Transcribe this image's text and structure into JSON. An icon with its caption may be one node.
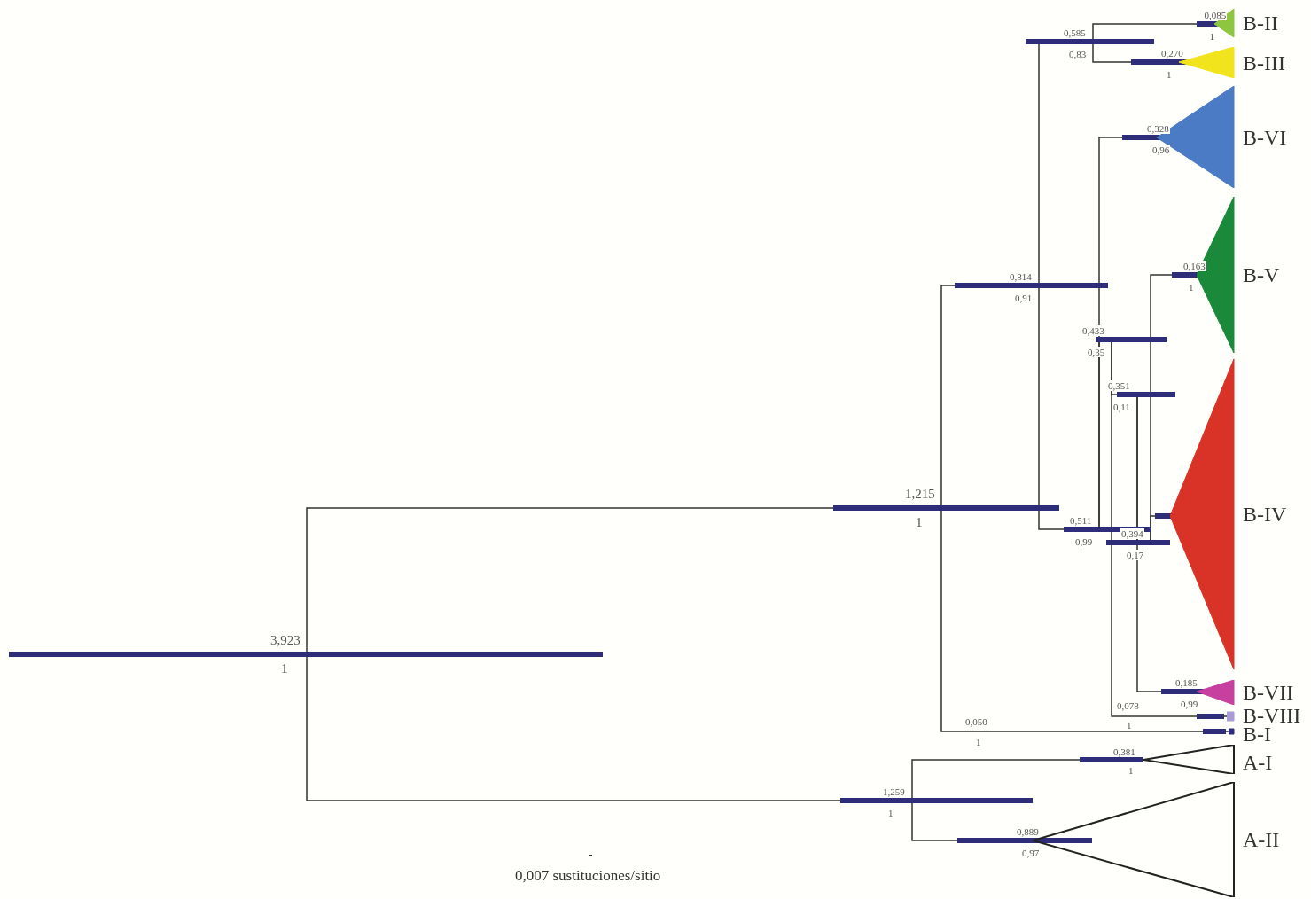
{
  "diagram": {
    "nodes": [
      {
        "text": [],
        "shape": "bar",
        "beside": [
          "3,923",
          "1"
        ]
      },
      {
        "text": [],
        "shape": "bar",
        "beside": [
          "1,215",
          "1"
        ]
      },
      {
        "text": [],
        "shape": "bar",
        "beside": [
          "0,814",
          "0,91"
        ]
      },
      {
        "text": [],
        "shape": "bar",
        "beside": [
          "0,585",
          "0,83"
        ]
      },
      {
        "text": [
          "B-II"
        ],
        "beside": [
          "0,085",
          "1"
        ]
      },
      {
        "text": [
          "B-III"
        ],
        "beside": [
          "0,270",
          "1"
        ]
      },
      {
        "text": [],
        "shape": "bar",
        "beside": [
          "0,511",
          "0,99"
        ]
      },
      {
        "text": [
          "B-VI"
        ],
        "beside": [
          "0,328",
          "0,96"
        ]
      },
      {
        "text": [],
        "shape": "bar",
        "beside": [
          "0,433",
          "0,35"
        ]
      },
      {
        "text": [],
        "shape": "bar",
        "beside": [
          "0,351",
          "0,11"
        ]
      },
      {
        "text": [],
        "shape": "bar",
        "beside": [
          "0,394",
          "0,17"
        ]
      },
      {
        "text": [
          "B-V"
        ],
        "beside": [
          "0,163",
          "1"
        ]
      },
      {
        "text": [
          "B-IV"
        ]
      },
      {
        "text": [
          "B-VII"
        ],
        "beside": [
          "0,185",
          "0,99"
        ]
      },
      {
        "text": [
          "B-VIII"
        ],
        "beside": [
          "0,078",
          "1"
        ]
      },
      {
        "text": [
          "B-I"
        ],
        "beside": [
          "0,050",
          "1"
        ]
      },
      {
        "text": [],
        "shape": "bar",
        "beside": [
          "1,259",
          "1"
        ]
      },
      {
        "text": [
          "A-I"
        ],
        "beside": [
          "0,381",
          "1"
        ]
      },
      {
        "text": [
          "A-II"
        ],
        "beside": [
          "0,889",
          "0,97"
        ]
      }
    ],
    "edges": [
      {
        "from": 0,
        "to": 1,
        "arrow": "none"
      },
      {
        "from": 0,
        "to": 16,
        "arrow": "none"
      },
      {
        "from": 1,
        "to": 2,
        "arrow": "none"
      },
      {
        "from": 1,
        "to": 15,
        "arrow": "none"
      },
      {
        "from": 2,
        "to": 3,
        "arrow": "none"
      },
      {
        "from": 2,
        "to": 6,
        "arrow": "none"
      },
      {
        "from": 3,
        "to": 4,
        "arrow": "none"
      },
      {
        "from": 3,
        "to": 5,
        "arrow": "none"
      },
      {
        "from": 6,
        "to": 7,
        "arrow": "none"
      },
      {
        "from": 6,
        "to": 8,
        "arrow": "none"
      },
      {
        "from": 8,
        "to": 9,
        "arrow": "none"
      },
      {
        "from": 8,
        "to": 14,
        "arrow": "none"
      },
      {
        "from": 9,
        "to": 10,
        "arrow": "none"
      },
      {
        "from": 9,
        "to": 13,
        "arrow": "none"
      },
      {
        "from": 10,
        "to": 11,
        "arrow": "none"
      },
      {
        "from": 10,
        "to": 12,
        "arrow": "none"
      },
      {
        "from": 16,
        "to": 17,
        "arrow": "none"
      },
      {
        "from": 16,
        "to": 18,
        "arrow": "none"
      }
    ],
    "labels": [
      "0,007 sustituciones/sitio"
    ]
  }
}
